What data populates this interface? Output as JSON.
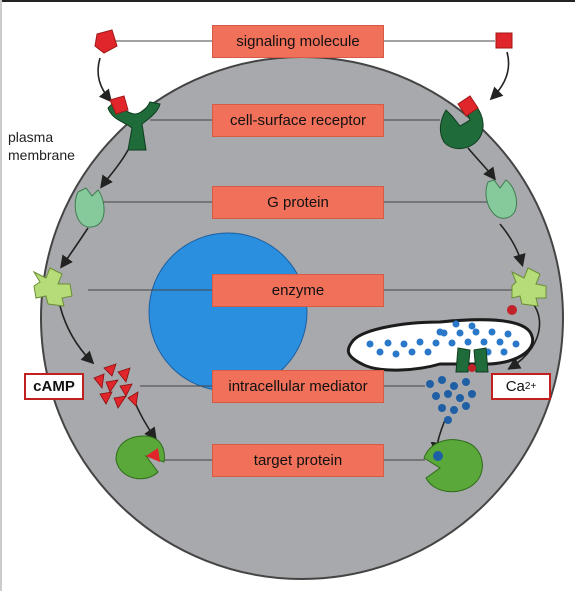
{
  "labels": {
    "signaling_molecule": "signaling molecule",
    "cell_surface_receptor": "cell-surface receptor",
    "g_protein": "G protein",
    "enzyme": "enzyme",
    "intracellular_mediator": "intracellular mediator",
    "target_protein": "target protein"
  },
  "plasma_membrane": {
    "line1": "plasma",
    "line2": "membrane"
  },
  "camp_label": "cAMP",
  "calcium_label": {
    "base": "Ca",
    "sup": "2+"
  },
  "colors": {
    "cell_fill": "#a7a9ac",
    "nucleus": "#2b8fe0",
    "label_box": "#f0705a",
    "signal_red": "#e0262b",
    "receptor_dark_green": "#1f6b3a",
    "g_protein_green": "#86c99a",
    "enzyme_light_green": "#b6dc7a",
    "target_green": "#5aa83a",
    "ion_blue": "#1f5fa6",
    "er_dot_blue": "#2a78c8"
  }
}
